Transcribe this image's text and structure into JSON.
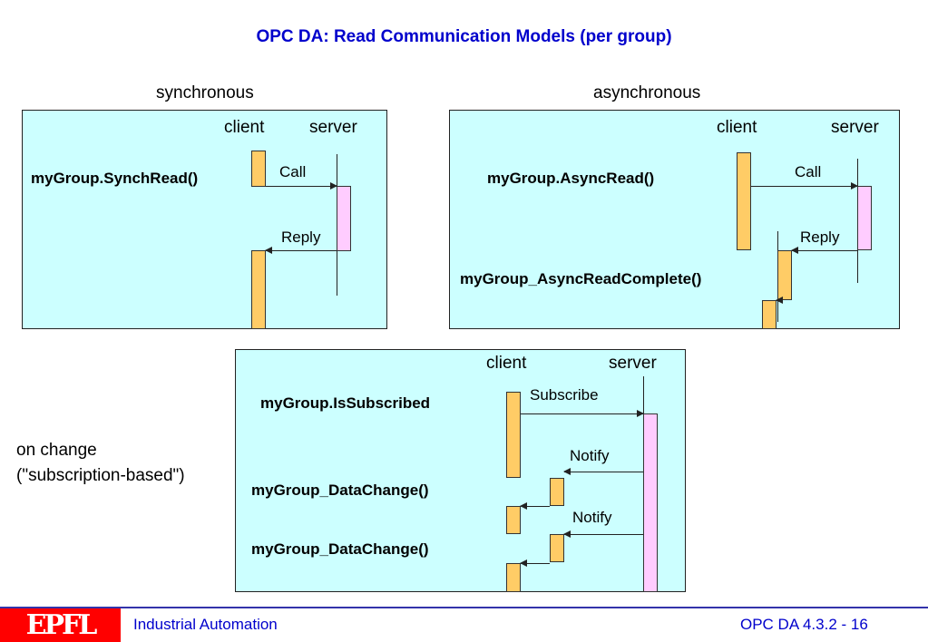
{
  "title": "OPC DA: Read Communication Models (per group)",
  "sections": {
    "sync": {
      "heading": "synchronous",
      "client": "client",
      "server": "server",
      "method": "myGroup.SynchRead()",
      "call": "Call",
      "reply": "Reply"
    },
    "async": {
      "heading": "asynchronous",
      "client": "client",
      "server": "server",
      "method": "myGroup.AsyncRead()",
      "callback": "myGroup_AsyncReadComplete()",
      "call": "Call",
      "reply": "Reply"
    },
    "change": {
      "heading_line1": "on change",
      "heading_line2": "(\"subscription-based\")",
      "client": "client",
      "server": "server",
      "method": "myGroup.IsSubscribed",
      "subscribe": "Subscribe",
      "notify1": "Notify",
      "callback1": "myGroup_DataChange()",
      "notify2": "Notify",
      "callback2": "myGroup_DataChange()"
    }
  },
  "footer": {
    "logo": "EPFL",
    "course": "Industrial Automation",
    "page": "OPC DA  4.3.2 - 16"
  },
  "colors": {
    "title": "#0000cc",
    "box_fill": "#ccffff",
    "client_activation": "#ffcc66",
    "server_activation": "#ffccff",
    "logo_bg": "#ff0000"
  }
}
